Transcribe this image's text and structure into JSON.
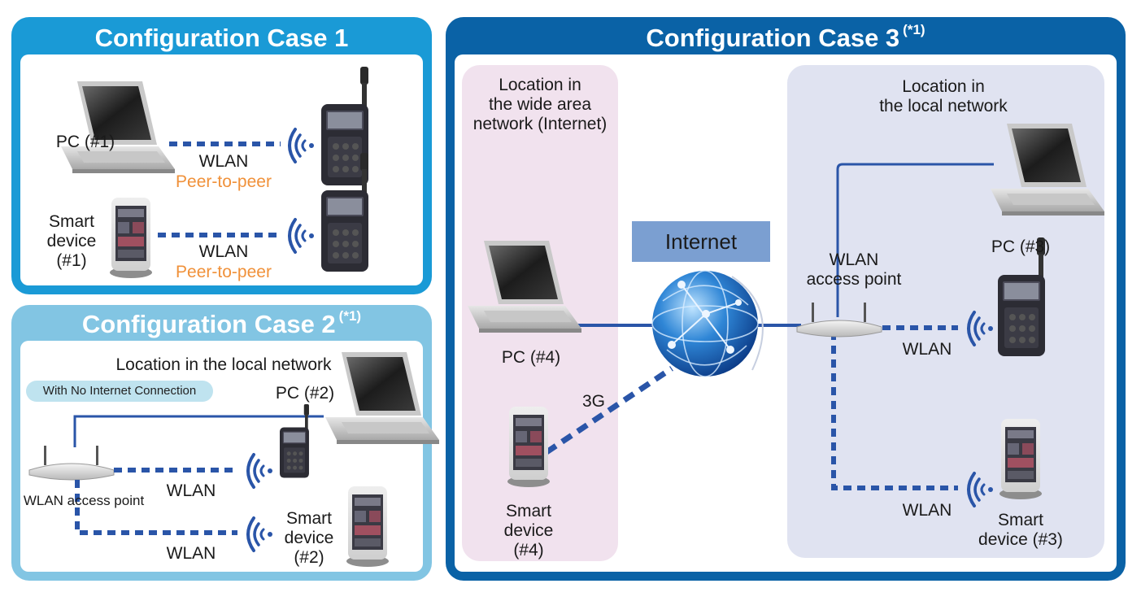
{
  "colors": {
    "case1_frame": "#1a9ad6",
    "case2_frame": "#82c5e3",
    "case3_frame": "#0a62a6",
    "link_blue": "#2a55a8",
    "peer_to_peer_orange": "#f0913a",
    "wide_area_bg": "#f1e2ee",
    "local_area_bg": "#e0e3f1",
    "internet_box": "#7b9fd1",
    "no_internet_pill": "#bfe3ef"
  },
  "case1": {
    "title": "Configuration Case 1",
    "pc_label": "PC (#1)",
    "smart_label": [
      "Smart",
      "device",
      "(#1)"
    ],
    "link1_label": "WLAN",
    "link1_sub": "Peer-to-peer",
    "link2_label": "WLAN",
    "link2_sub": "Peer-to-peer"
  },
  "case2": {
    "title": "Configuration Case 2",
    "title_note": "(*1)",
    "location": "Location in the local network",
    "pill": "With No Internet Connection",
    "pc_label": "PC (#2)",
    "ap_label": "WLAN access point",
    "link1_label": "WLAN",
    "link2_label": "WLAN",
    "smart_label": [
      "Smart",
      "device",
      "(#2)"
    ]
  },
  "case3": {
    "title": "Configuration Case 3",
    "title_note": "(*1)",
    "wide_location": [
      "Location in",
      "the wide area",
      "network (Internet)"
    ],
    "local_location": [
      "Location in",
      "the local network"
    ],
    "internet_label": "Internet",
    "pc4_label": "PC (#4)",
    "link_3g_label": "3G",
    "smart4_label": [
      "Smart",
      "device",
      "(#4)"
    ],
    "ap_label": [
      "WLAN",
      "access point"
    ],
    "pc3_label": "PC (#3)",
    "link1_label": "WLAN",
    "link2_label": "WLAN",
    "smart3_label": [
      "Smart",
      "device (#3)"
    ]
  },
  "icons": [
    "laptop-icon",
    "wireless-logger-icon",
    "smartphone-icon",
    "router-icon",
    "globe-icon",
    "wifi-waves-icon"
  ]
}
